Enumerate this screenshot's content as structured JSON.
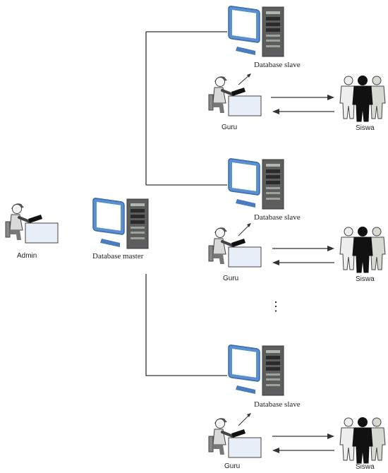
{
  "labels": {
    "admin": "Admin",
    "database_master": "Database master",
    "database_slave": "Database slave",
    "guru": "Guru",
    "siswa": "Siswa",
    "ellipsis": "⋮"
  },
  "branches": [
    {
      "slave_label": "Database slave",
      "teacher_label": "Guru",
      "students_label": "Siswa"
    },
    {
      "slave_label": "Database slave",
      "teacher_label": "Guru",
      "students_label": "Siswa"
    },
    {
      "slave_label": "Database slave",
      "teacher_label": "Guru",
      "students_label": "Siswa"
    }
  ],
  "icons": {
    "admin": "person-at-desk-icon",
    "master": "computer-server-icon",
    "slave": "computer-server-icon",
    "teacher": "person-at-desk-icon",
    "students": "people-group-icon"
  },
  "colors": {
    "monitor_frame": "#5a8fd0",
    "monitor_screen": "#ffffff",
    "server_body": "#5d5d5d",
    "desk": "#e8eef8",
    "line": "#333333"
  }
}
